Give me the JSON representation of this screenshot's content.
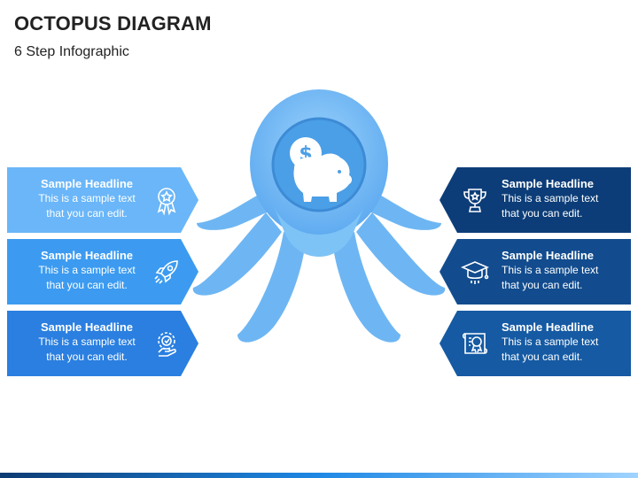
{
  "header": {
    "title": "OCTOPUS DIAGRAM",
    "subtitle": "6 Step Infographic"
  },
  "steps": [
    {
      "headline": "Sample Headline",
      "line1": "This is a sample text",
      "line2": "that you can edit.",
      "icon": "award-ribbon-icon",
      "color": "#66b2f7"
    },
    {
      "headline": "Sample Headline",
      "line1": "This is a sample text",
      "line2": "that you can edit.",
      "icon": "rocket-icon",
      "color": "#3f99ef"
    },
    {
      "headline": "Sample Headline",
      "line1": "This is a sample text",
      "line2": "that you can edit.",
      "icon": "idea-gear-icon",
      "color": "#2a7fe0"
    },
    {
      "headline": "Sample Headline",
      "line1": "This is a sample text",
      "line2": "that you can edit.",
      "icon": "trophy-icon",
      "color": "#0c3d78"
    },
    {
      "headline": "Sample Headline",
      "line1": "This is a sample text",
      "line2": "that you can edit.",
      "icon": "graduation-cap-icon",
      "color": "#124c8e"
    },
    {
      "headline": "Sample Headline",
      "line1": "This is a sample text",
      "line2": "that you can edit.",
      "icon": "certificate-icon",
      "color": "#155aa3"
    }
  ],
  "center": {
    "icon": "piggy-bank-dollar-icon",
    "body_color": "#7ec3f6",
    "head_color": "#4a9fe6"
  }
}
